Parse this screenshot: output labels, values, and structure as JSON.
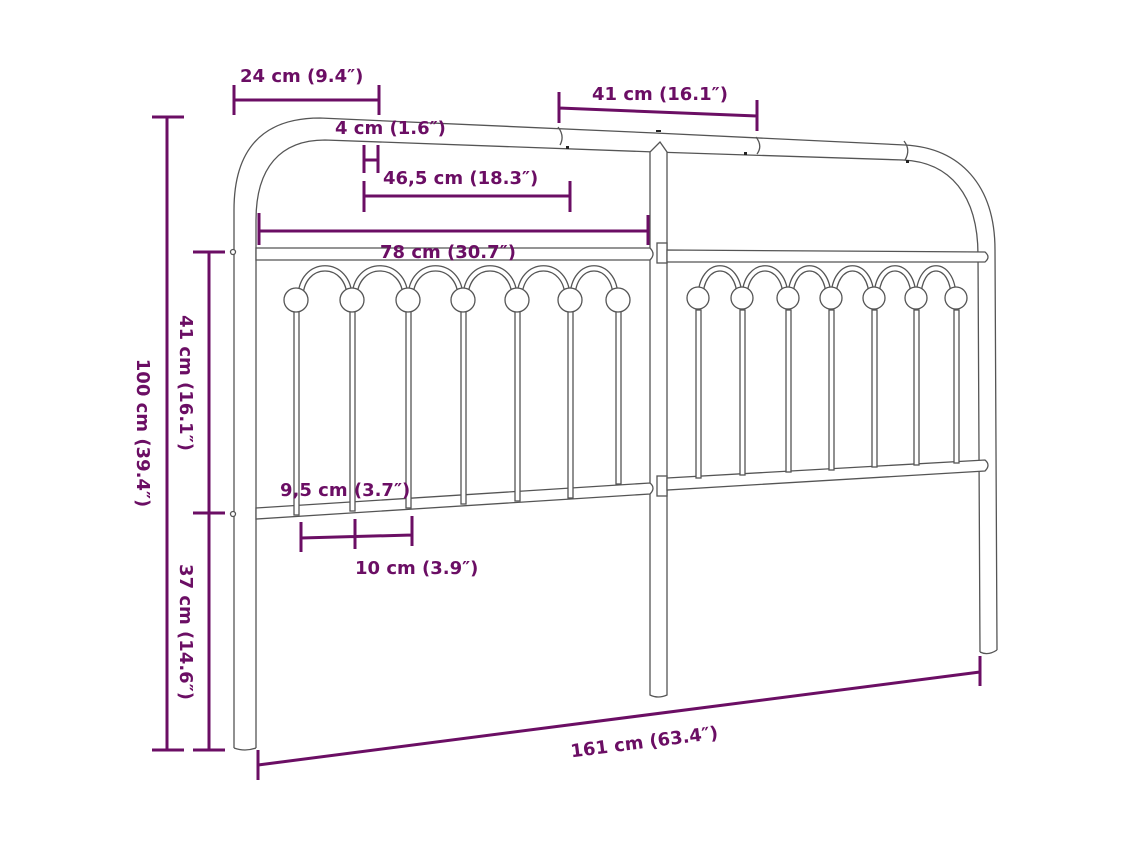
{
  "diagram": {
    "subject": "Metal headboard with arched spindle panels",
    "colors": {
      "dimension": "#6b0e64",
      "outline": "#555555",
      "background": "#ffffff"
    },
    "dimensions": {
      "top_arc_width": "24 cm (9.4″)",
      "top_rail_segment": "41 cm (16.1″)",
      "tube_diameter": "4 cm (1.6″)",
      "post_to_center_offset": "46,5 cm (18.3″)",
      "panel_width": "78 cm (30.7″)",
      "total_height": "100 cm (39.4″)",
      "panel_height": "41 cm (16.1″)",
      "leg_height": "37 cm (14.6″)",
      "spindle_gap": "9,5 cm (3.7″)",
      "spindle_spacing": "10 cm (3.9″)",
      "total_width": "161 cm (63.4″)"
    },
    "panels": [
      {
        "name": "left-panel",
        "spindles": 7,
        "arches": 6
      },
      {
        "name": "right-panel",
        "spindles": 7,
        "arches": 6
      }
    ]
  }
}
